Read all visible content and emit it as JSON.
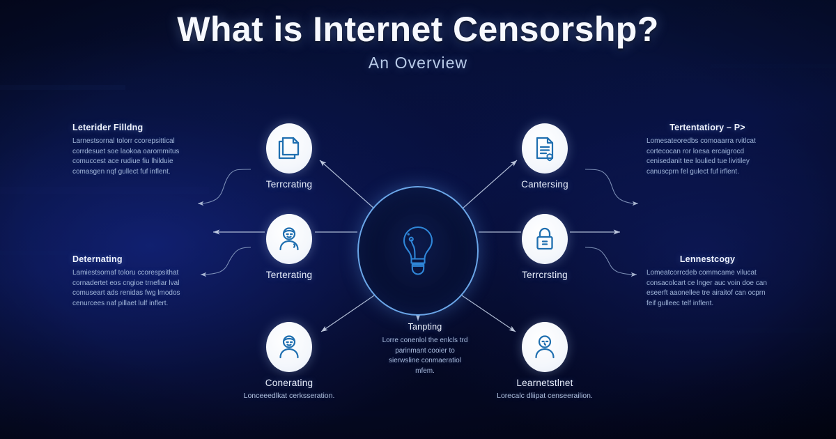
{
  "header": {
    "title": "What is Internet Censorshp?",
    "subtitle": "An Overview"
  },
  "colors": {
    "background_top": "#050a28",
    "background_mid": "#081241",
    "background_bottom": "#020414",
    "accent_ring": "#6ba6e8",
    "icon_blue": "#1f6fb0",
    "node_disc": "#ffffff",
    "title_text": "#f7f9ff",
    "subtitle_text": "#b9cbe8",
    "body_text": "#9fb3d6",
    "connector": "#aebdd8"
  },
  "hub": {
    "icon": "lightbulb-icon"
  },
  "nodes": [
    {
      "id": "top-left",
      "icon": "documents-copy-icon",
      "label": "Terrcrating",
      "body": ""
    },
    {
      "id": "top-right",
      "icon": "document-lines-icon",
      "label": "Cantersing",
      "body": ""
    },
    {
      "id": "mid-left",
      "icon": "user-person-icon",
      "label": "Terterating",
      "body": ""
    },
    {
      "id": "mid-right",
      "icon": "padlock-icon",
      "label": "Terrcrsting",
      "body": ""
    },
    {
      "id": "bottom-left",
      "icon": "user-person-icon",
      "label": "Conerating",
      "body": "Lonceeedlkat cerksseration."
    },
    {
      "id": "bottom-right",
      "icon": "user-person-icon",
      "label": "Learnetstlnet",
      "body": "Lorecalc dliipat censeerailion."
    }
  ],
  "callouts": [
    {
      "id": "upper-left",
      "title": "Leterider Filldng",
      "body": "Larnestsornal tolorr ccorepsittical corrdesuet soe laokoa oarommitus comuccest ace rudiue fiu lhilduie comasgen nqf gullect fuf inflent."
    },
    {
      "id": "lower-left",
      "title": "Deternating",
      "body": "Lamiestsornaf toloru ccorespsithat cornadertet eos cngioe trnefiar lval comuseart ads renidas fwg lmodos cenurcees naf pillaet lulf inflert."
    },
    {
      "id": "upper-right",
      "title": "Tertentatiory – P>",
      "body": "Lomesateoredbs comoaarra rvitlcat cortecocan ror loesa ercaigrocd cenisedanit tee loulied tue livitiley canuscprn fel gulect fuf irflent."
    },
    {
      "id": "lower-right",
      "title": "Lennestcogy",
      "body": "Lomeatcorrcdeb commcame vilucat consacolcart ce lnger auc voin doe can eseerft aaonellee tre airaitof can ocprn feif gulleec telf inflent."
    }
  ],
  "mid_text": {
    "title": "Tanpting",
    "body": "Lorre conenlol the enlcls trd parinmant cooier to sierwsline conmaeratiol mfem."
  }
}
